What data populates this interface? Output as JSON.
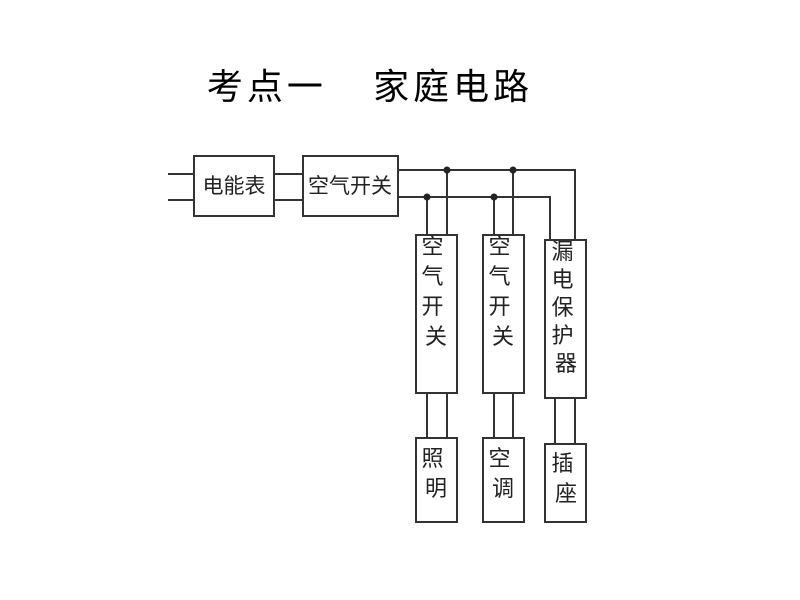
{
  "title": "考点一   家庭电路",
  "meter_label": "电能表",
  "main_switch_label": "空气开关",
  "branches": [
    {
      "breaker": "空气开关",
      "load": "照明"
    },
    {
      "breaker": "空气开关",
      "load": "空调"
    },
    {
      "breaker": "漏电保护器",
      "load": "插座"
    }
  ]
}
